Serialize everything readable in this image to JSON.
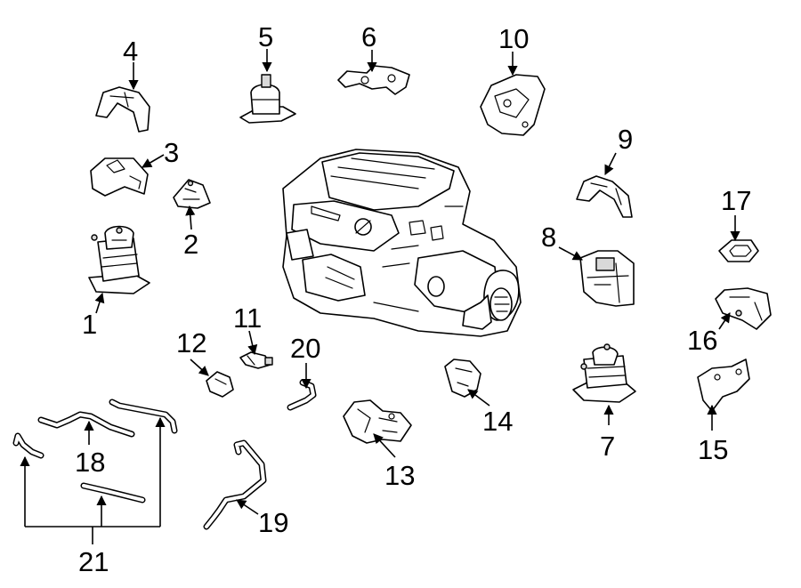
{
  "callouts": {
    "c1": "1",
    "c2": "2",
    "c3": "3",
    "c4": "4",
    "c5": "5",
    "c6": "6",
    "c7": "7",
    "c8": "8",
    "c9": "9",
    "c10": "10",
    "c11": "11",
    "c12": "12",
    "c13": "13",
    "c14": "14",
    "c15": "15",
    "c16": "16",
    "c17": "17",
    "c18": "18",
    "c19": "19",
    "c20": "20",
    "c21": "21"
  },
  "colors": {
    "line": "#000000",
    "background": "#ffffff",
    "shade": "#d9d9d9"
  }
}
